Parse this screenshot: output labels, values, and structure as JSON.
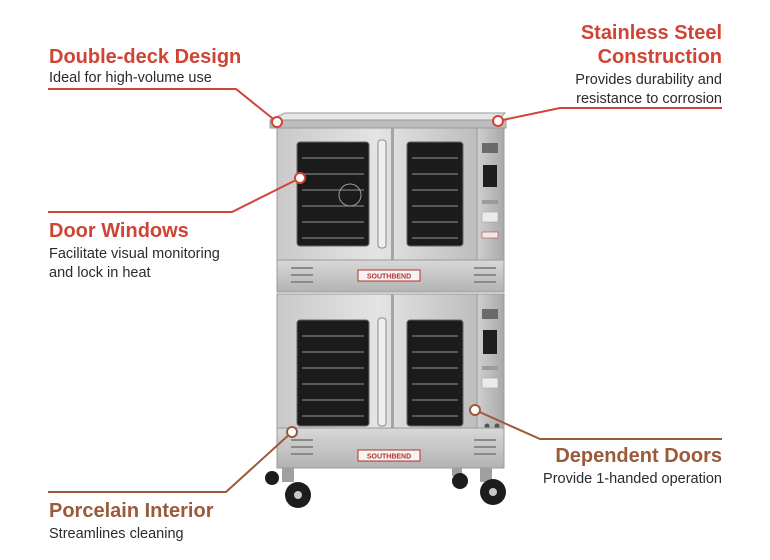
{
  "colors": {
    "accent_red": "#cf4434",
    "accent_brown": "#9b5a3a",
    "steel_light": "#d9d9d9",
    "steel_mid": "#b9b9b9",
    "steel_dark": "#8f8f8f",
    "window_dark": "#1b1b1b",
    "brand_red": "#b3312a"
  },
  "oven": {
    "brand_label": "SOUTHBEND"
  },
  "callouts": {
    "double_deck": {
      "title": "Double-deck Design",
      "desc": [
        "Ideal for high-volume use"
      ]
    },
    "stainless": {
      "title_lines": [
        "Stainless Steel",
        "Construction"
      ],
      "desc": [
        "Provides durability and",
        "resistance to corrosion"
      ]
    },
    "door_windows": {
      "title": "Door Windows",
      "desc": [
        "Facilitate visual monitoring",
        "and lock in heat"
      ]
    },
    "dependent_doors": {
      "title": "Dependent Doors",
      "desc": [
        "Provide 1-handed operation"
      ]
    },
    "porcelain": {
      "title": "Porcelain Interior",
      "desc": [
        "Streamlines cleaning"
      ]
    }
  }
}
